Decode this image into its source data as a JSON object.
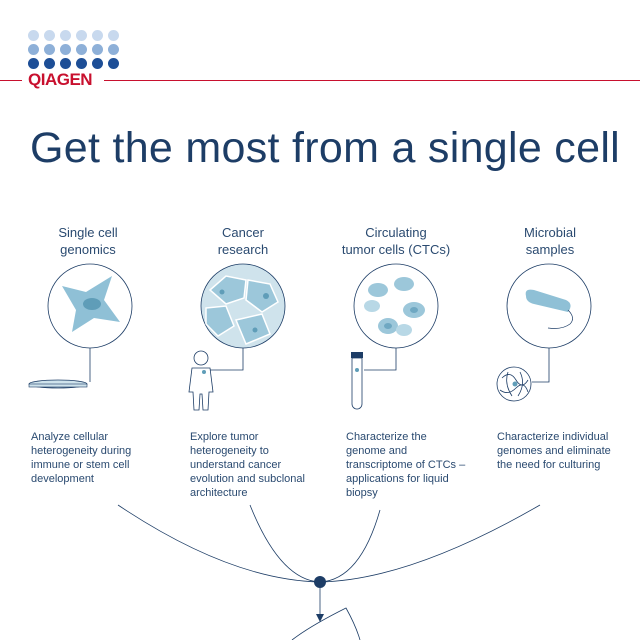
{
  "logo": {
    "wordmark": "QIAGEN",
    "dot_colors": [
      "#c8d9ee",
      "#8eb0d8",
      "#1d4e96"
    ]
  },
  "title": "Get the most from a single cell",
  "columns": [
    {
      "heading_line1": "Single cell",
      "heading_line2": "genomics",
      "description": [
        "Analyze cellular",
        "heterogeneity during",
        "immune or stem cell",
        "development"
      ]
    },
    {
      "heading_line1": "Cancer",
      "heading_line2": "research",
      "description": [
        "Explore tumor",
        "heterogeneity to",
        "understand cancer",
        "evolution and subclonal",
        "architecture"
      ]
    },
    {
      "heading_line1": "Circulating",
      "heading_line2": "tumor cells (CTCs)",
      "description": [
        "Characterize the",
        "genome and",
        "transcriptome of CTCs –",
        "applications for liquid",
        "biopsy"
      ]
    },
    {
      "heading_line1": "Microbial",
      "heading_line2": "samples",
      "description": [
        "Characterize individual",
        "genomes and eliminate",
        "the need for culturing"
      ]
    }
  ],
  "colors": {
    "navy": "#1d3d66",
    "accent_blue": "#8fc0d6",
    "light_blue": "#cfe3ec",
    "red": "#c8102e"
  }
}
